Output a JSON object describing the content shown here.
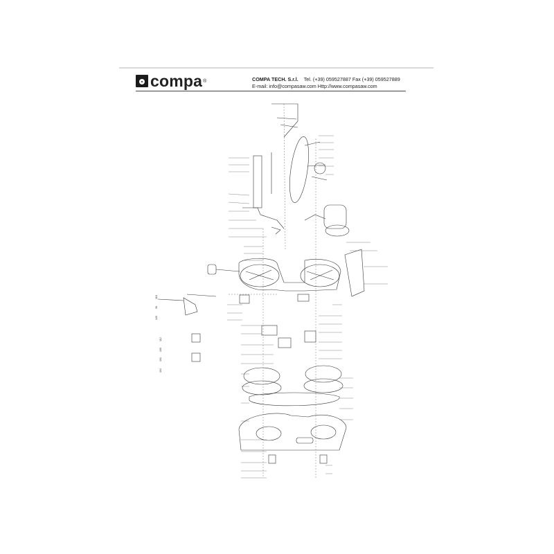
{
  "header": {
    "logo_text": "compa",
    "logo_reg": "®",
    "company_name": "COMPA TECH. S.r.l.",
    "phone_fax": "Tel. (+39) 059527887 Fax (+39) 059527889",
    "email_web": "E-mail: info@compasaw.com Http://www.compasaw.com"
  },
  "diagram": {
    "type": "exploded parts view of band saw",
    "side_labels": [
      "118",
      "36",
      "120",
      "112",
      "100",
      "101",
      "104"
    ]
  }
}
